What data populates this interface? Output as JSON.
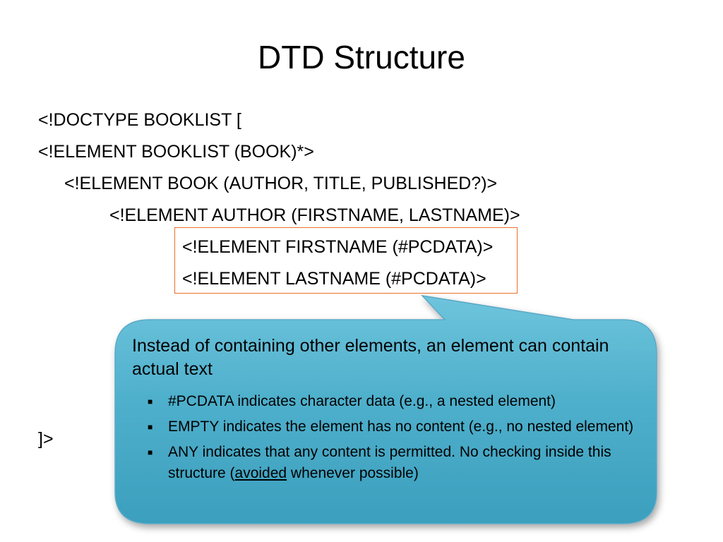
{
  "slide": {
    "title": "DTD Structure",
    "code_lines": [
      "<!DOCTYPE BOOKLIST [",
      "<!ELEMENT BOOKLIST (BOOK)*>",
      "<!ELEMENT BOOK (AUTHOR, TITLE, PUBLISHED?)>",
      "<!ELEMENT AUTHOR (FIRSTNAME, LASTNAME)>",
      "<!ELEMENT FIRSTNAME (#PCDATA)>",
      "<!ELEMENT LASTNAME (#PCDATA)>",
      "]>"
    ]
  },
  "callout": {
    "main_text": "Instead of containing other elements, an element can contain actual text",
    "bullet_marker": "■",
    "bullets": [
      {
        "text": "#PCDATA indicates character data (e.g., a nested element)"
      },
      {
        "text": "EMPTY indicates the element has no content (e.g., no nested element)"
      },
      {
        "text_before": "ANY indicates that any content is permitted.  No checking inside this structure (",
        "text_underlined": "avoided",
        "text_after": " whenever possible)"
      }
    ]
  },
  "colors": {
    "highlight_border": "#e8702a",
    "callout_fill_light": "#6ec4dc",
    "callout_fill_dark": "#3b9fbd",
    "callout_border": "#5aa9c7"
  }
}
